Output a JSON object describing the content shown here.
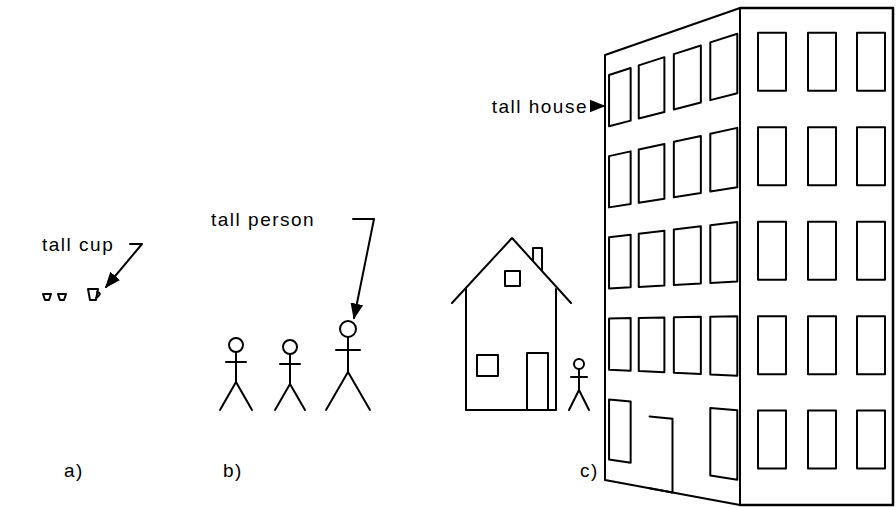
{
  "diagram": {
    "labels": [
      "tall cup",
      "tall person",
      "tall house",
      "a)",
      "b)",
      "c)"
    ]
  }
}
